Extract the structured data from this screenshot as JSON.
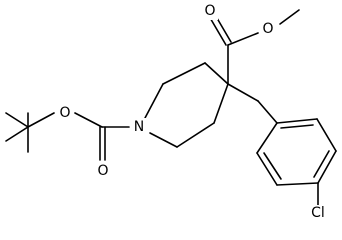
{
  "diagram": {
    "type": "chemical-structure",
    "atom_labels": {
      "N1": "N",
      "O_ring_carbonyl": "O",
      "O_ring_ester": "O",
      "O_methyl_carbonyl": "O",
      "O_methyl_ester": "O",
      "Cl": "Cl"
    }
  },
  "colors": {
    "bond": "#000000",
    "background": "#ffffff"
  }
}
